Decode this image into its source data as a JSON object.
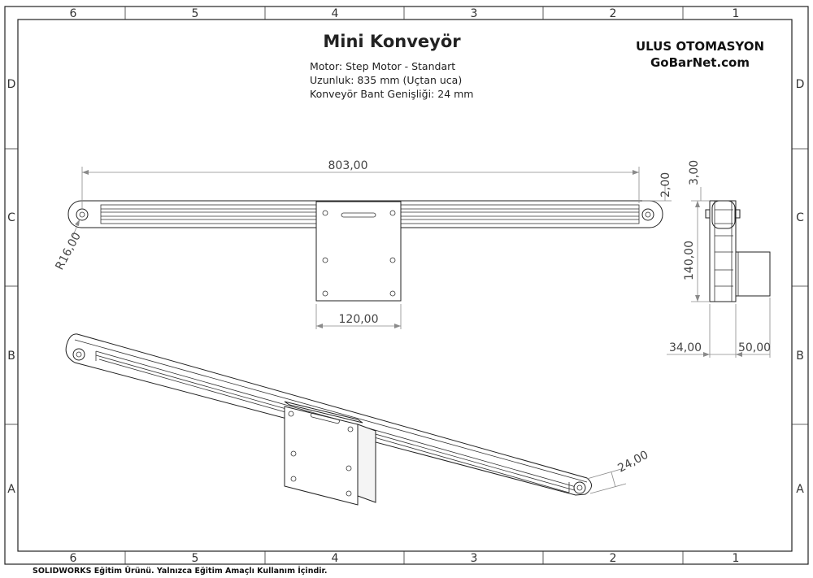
{
  "drawing": {
    "title": "Mini Konveyör",
    "company": "ULUS OTOMASYON",
    "website": "GoBarNet.com",
    "specs": [
      "Motor: Step Motor - Standart",
      "Uzunluk: 835 mm (Uçtan uca)",
      "Konveyör Bant Genişliği: 24 mm"
    ],
    "footer": "SOLIDWORKS Eğitim Ürünü. Yalnızca Eğitim Amaçlı Kullanım İçindir."
  },
  "zones": {
    "columns": [
      "6",
      "5",
      "4",
      "3",
      "2",
      "1"
    ],
    "rows": [
      "D",
      "C",
      "B",
      "A"
    ]
  },
  "dimensions": {
    "overall_length": "803,00",
    "end_radius": "R16,00",
    "plate_width": "120,00",
    "top_gap": "2,00",
    "side_top": "3,00",
    "side_height": "140,00",
    "side_width": "34,00",
    "motor_depth": "50,00",
    "belt_width": "24,00"
  }
}
